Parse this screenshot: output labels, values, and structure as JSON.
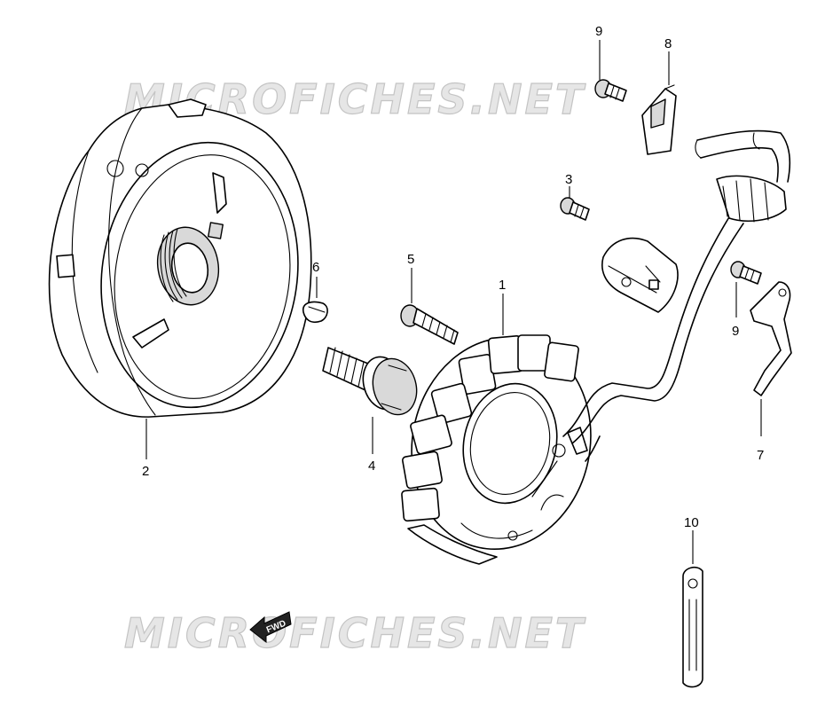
{
  "watermark": {
    "text": "MICROFICHES.NET",
    "color": "#d0d0d0"
  },
  "fwd_label": "FWD",
  "callouts": {
    "part_1": "1",
    "part_2": "2",
    "part_3": "3",
    "part_4": "4",
    "part_5": "5",
    "part_6": "6",
    "part_7": "7",
    "part_8": "8",
    "part_9_top": "9",
    "part_9_right": "9",
    "part_10": "10"
  }
}
